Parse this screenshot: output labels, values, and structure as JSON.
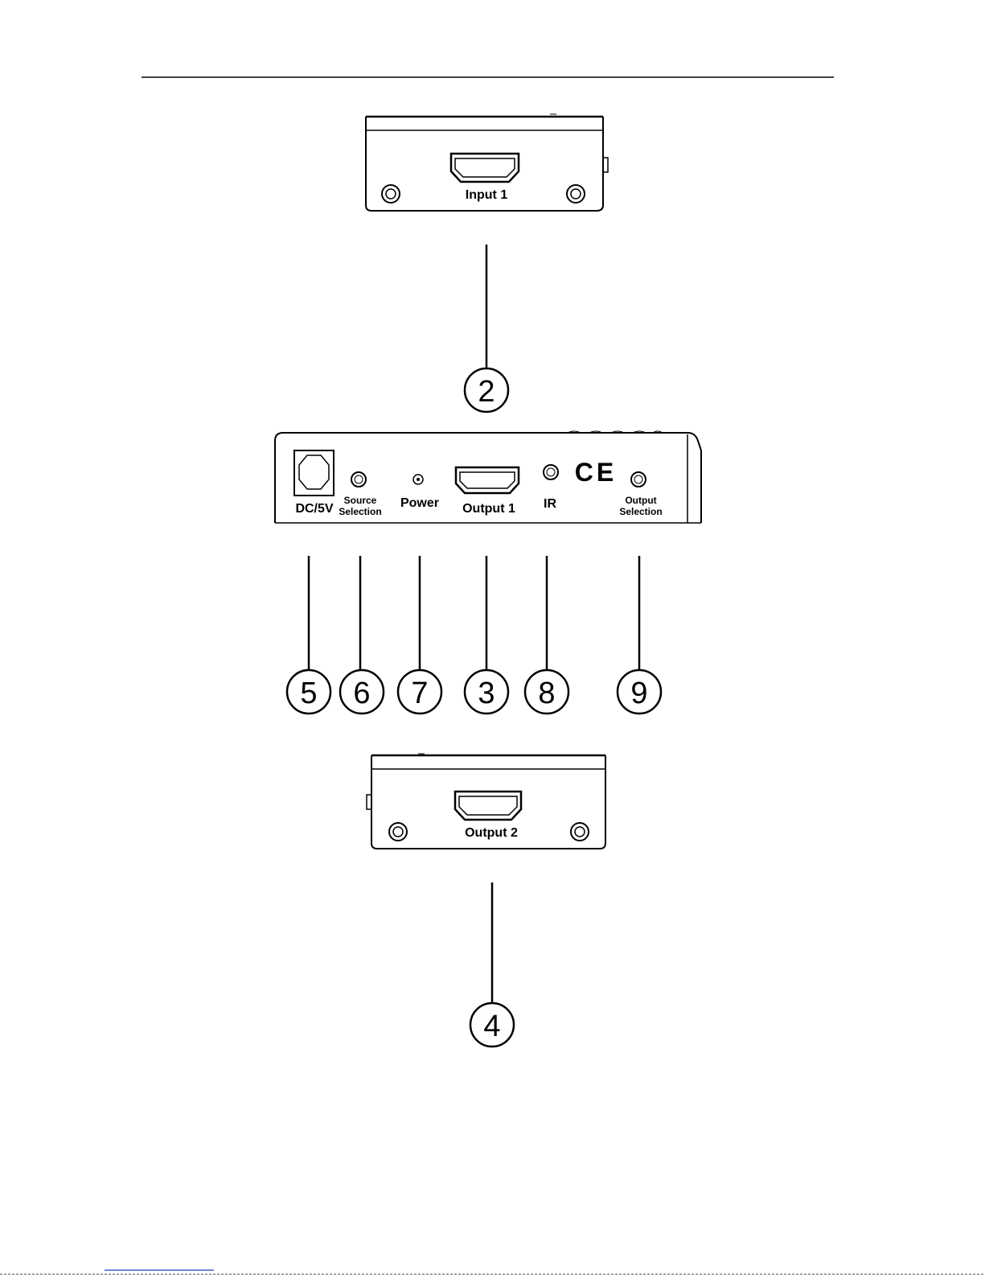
{
  "panels": {
    "input_panel": {
      "port_label": "Input 1"
    },
    "main_panel": {
      "labels": {
        "dc": "DC/5V",
        "source_line1": "Source",
        "source_line2": "Selection",
        "power": "Power",
        "output1": "Output 1",
        "ir": "IR",
        "ce_mark": "CE",
        "output_sel_line1": "Output",
        "output_sel_line2": "Selection"
      }
    },
    "output2_panel": {
      "port_label": "Output 2"
    }
  },
  "callouts": [
    "2",
    "5",
    "6",
    "7",
    "3",
    "8",
    "9",
    "4"
  ]
}
